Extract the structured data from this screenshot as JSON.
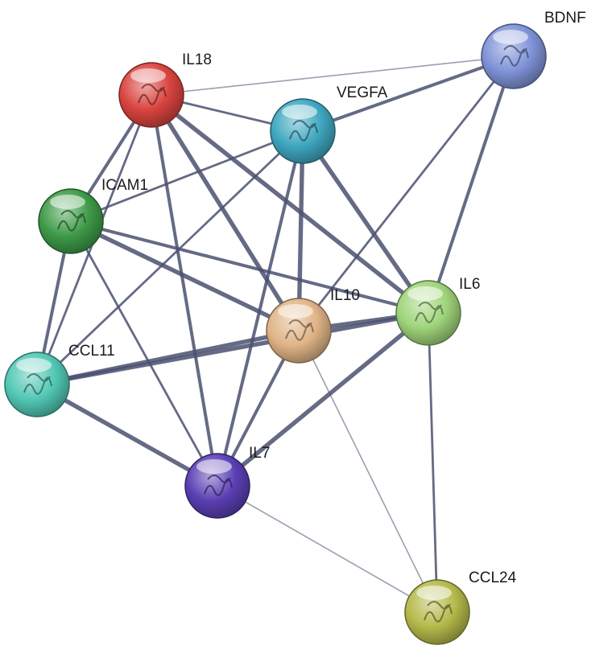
{
  "network": {
    "nodes": [
      {
        "id": "IL18",
        "label": "IL18",
        "color": "#d9443f"
      },
      {
        "id": "VEGFA",
        "label": "VEGFA",
        "color": "#3fa7c0"
      },
      {
        "id": "BDNF",
        "label": "BDNF",
        "color": "#7f93d8"
      },
      {
        "id": "ICAM1",
        "label": "ICAM1",
        "color": "#3e9a48"
      },
      {
        "id": "IL10",
        "label": "IL10",
        "color": "#e0b486"
      },
      {
        "id": "IL6",
        "label": "IL6",
        "color": "#9fd47a"
      },
      {
        "id": "CCL11",
        "label": "CCL11",
        "color": "#52c8b4"
      },
      {
        "id": "IL7",
        "label": "IL7",
        "color": "#5a3fb3"
      },
      {
        "id": "CCL24",
        "label": "CCL24",
        "color": "#b5b94a"
      }
    ],
    "edges": [
      {
        "source": "IL18",
        "target": "BDNF",
        "weight": 1
      },
      {
        "source": "IL18",
        "target": "VEGFA",
        "weight": 2
      },
      {
        "source": "IL18",
        "target": "ICAM1",
        "weight": 3
      },
      {
        "source": "IL18",
        "target": "IL10",
        "weight": 4
      },
      {
        "source": "IL18",
        "target": "IL6",
        "weight": 4
      },
      {
        "source": "IL18",
        "target": "CCL11",
        "weight": 2
      },
      {
        "source": "IL18",
        "target": "IL7",
        "weight": 3
      },
      {
        "source": "VEGFA",
        "target": "BDNF",
        "weight": 3
      },
      {
        "source": "VEGFA",
        "target": "ICAM1",
        "weight": 2
      },
      {
        "source": "VEGFA",
        "target": "IL10",
        "weight": 4
      },
      {
        "source": "VEGFA",
        "target": "IL6",
        "weight": 4
      },
      {
        "source": "VEGFA",
        "target": "CCL11",
        "weight": 2
      },
      {
        "source": "VEGFA",
        "target": "IL7",
        "weight": 3
      },
      {
        "source": "BDNF",
        "target": "IL10",
        "weight": 2
      },
      {
        "source": "BDNF",
        "target": "IL6",
        "weight": 3
      },
      {
        "source": "ICAM1",
        "target": "IL10",
        "weight": 4
      },
      {
        "source": "ICAM1",
        "target": "IL6",
        "weight": 3
      },
      {
        "source": "ICAM1",
        "target": "CCL11",
        "weight": 3
      },
      {
        "source": "ICAM1",
        "target": "IL7",
        "weight": 2
      },
      {
        "source": "IL10",
        "target": "IL6",
        "weight": 4
      },
      {
        "source": "IL10",
        "target": "CCL11",
        "weight": 4
      },
      {
        "source": "IL10",
        "target": "IL7",
        "weight": 3
      },
      {
        "source": "IL10",
        "target": "CCL24",
        "weight": 1
      },
      {
        "source": "IL6",
        "target": "CCL11",
        "weight": 4
      },
      {
        "source": "IL6",
        "target": "IL7",
        "weight": 4
      },
      {
        "source": "IL6",
        "target": "CCL24",
        "weight": 2
      },
      {
        "source": "CCL11",
        "target": "IL7",
        "weight": 4
      },
      {
        "source": "IL7",
        "target": "CCL24",
        "weight": 1
      }
    ]
  }
}
